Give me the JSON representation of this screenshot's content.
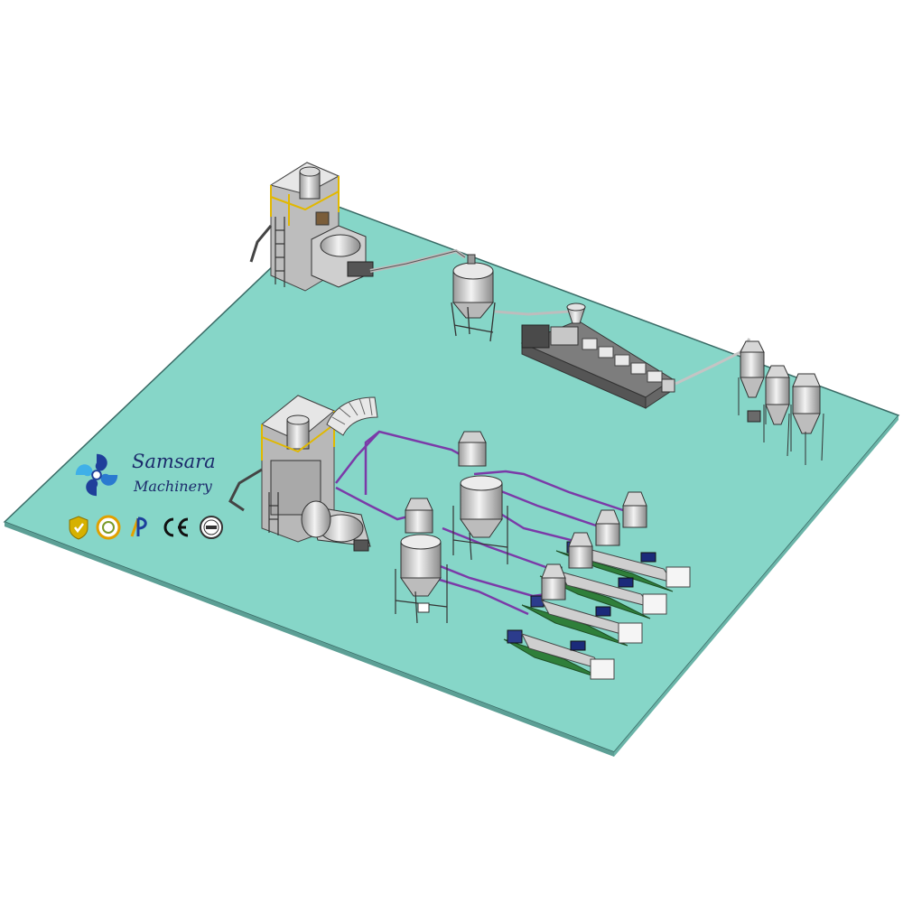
{
  "brand": {
    "name": "Samsara",
    "subtitle": "Machinery",
    "logo_icon": "samsara-swirl-logo-icon",
    "logo_colors": [
      "#1f3f9a",
      "#2a7ad0",
      "#3fb0e8"
    ]
  },
  "certifications": [
    {
      "icon": "quality-shield-icon",
      "color": "#d6b100"
    },
    {
      "icon": "sgs-seal-icon",
      "color": "#e0a000"
    },
    {
      "icon": "p-mark-icon",
      "color": "#1c3f9c"
    },
    {
      "icon": "ce-mark-icon",
      "label": "CE",
      "color": "#111111"
    },
    {
      "icon": "iso-9001-seal-icon",
      "color": "#333333"
    }
  ],
  "scene": {
    "floor_color": "#86d6c8",
    "floor_edge_color": "#3a6b66",
    "pipe_color": "#7b3aa8",
    "conveyor_color": "#c8c8c8",
    "machine_color": "#d9d9d9",
    "frame_color": "#f2c200",
    "motor_color": "#2c3c8c",
    "extruder_base_color": "#2f7f3a"
  }
}
